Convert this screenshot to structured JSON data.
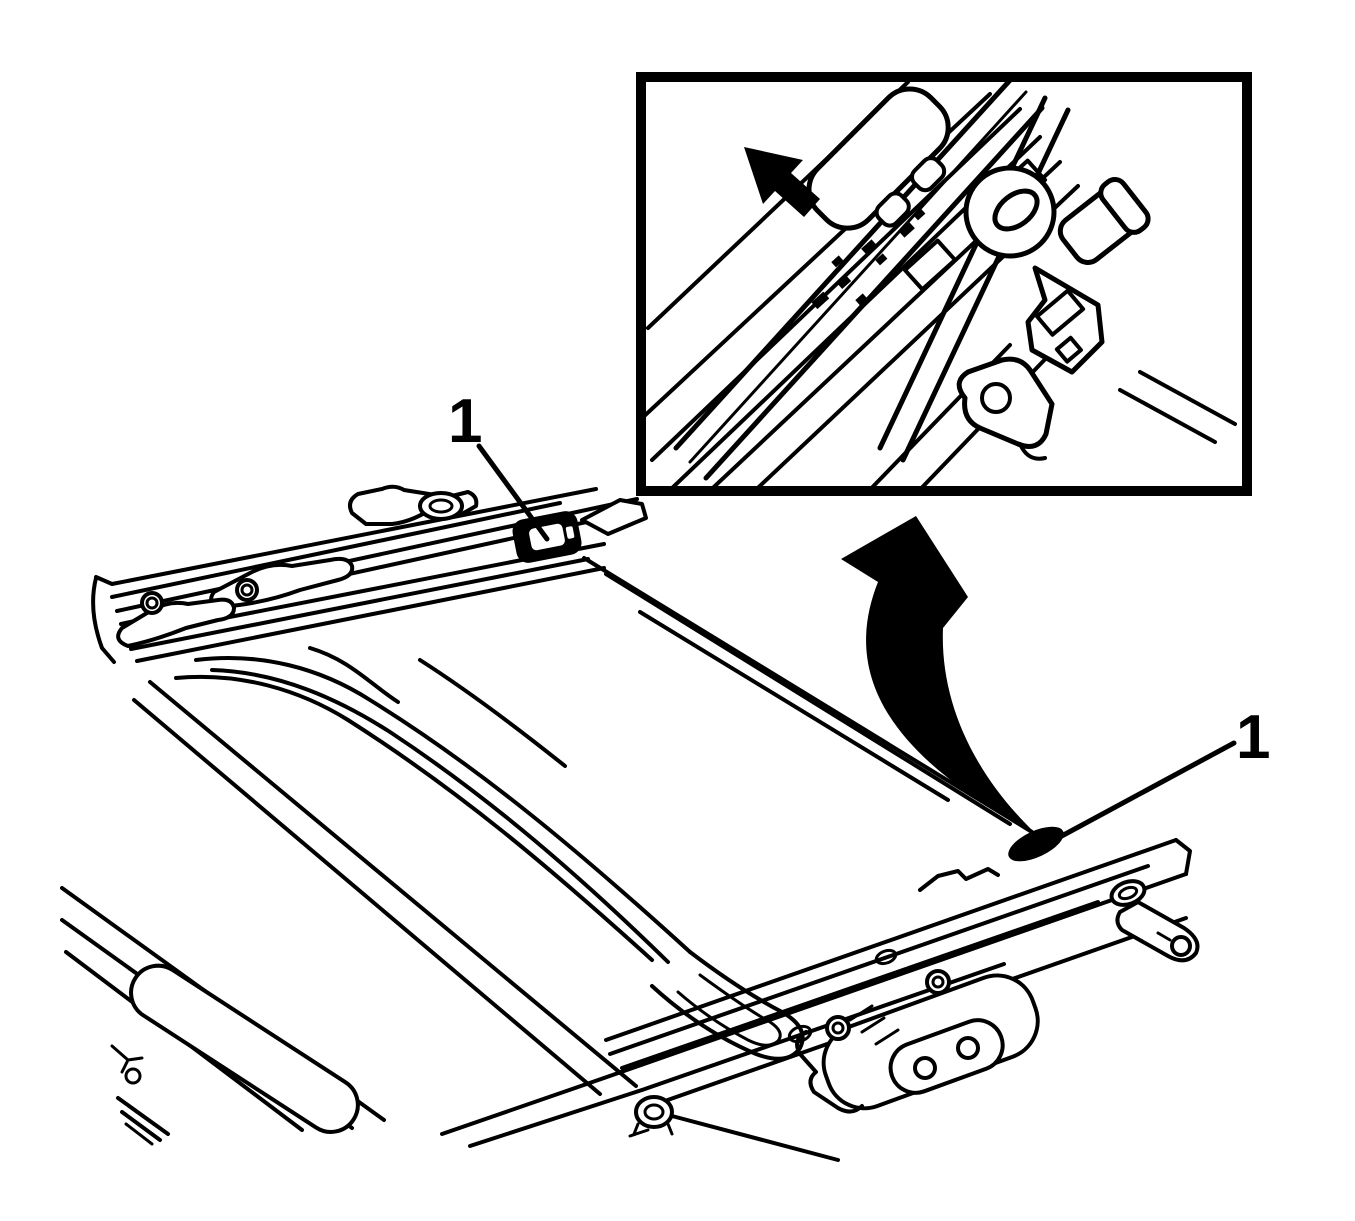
{
  "figure": {
    "title": "Sunroof module frame service illustration",
    "background_color": "#ffffff",
    "line_color": "#000000",
    "callouts": [
      {
        "label": "1",
        "position": "upper-left",
        "target": "guide-clip-front-rail"
      },
      {
        "label": "1",
        "position": "right",
        "target": "guide-clip-rear-rail"
      }
    ],
    "icons": {
      "inset_arrow": "direction-arrow-up-left",
      "main_arrow": "curved-arrow-to-inset"
    },
    "inset": {
      "name": "detail-view-of-guide-clip"
    }
  }
}
